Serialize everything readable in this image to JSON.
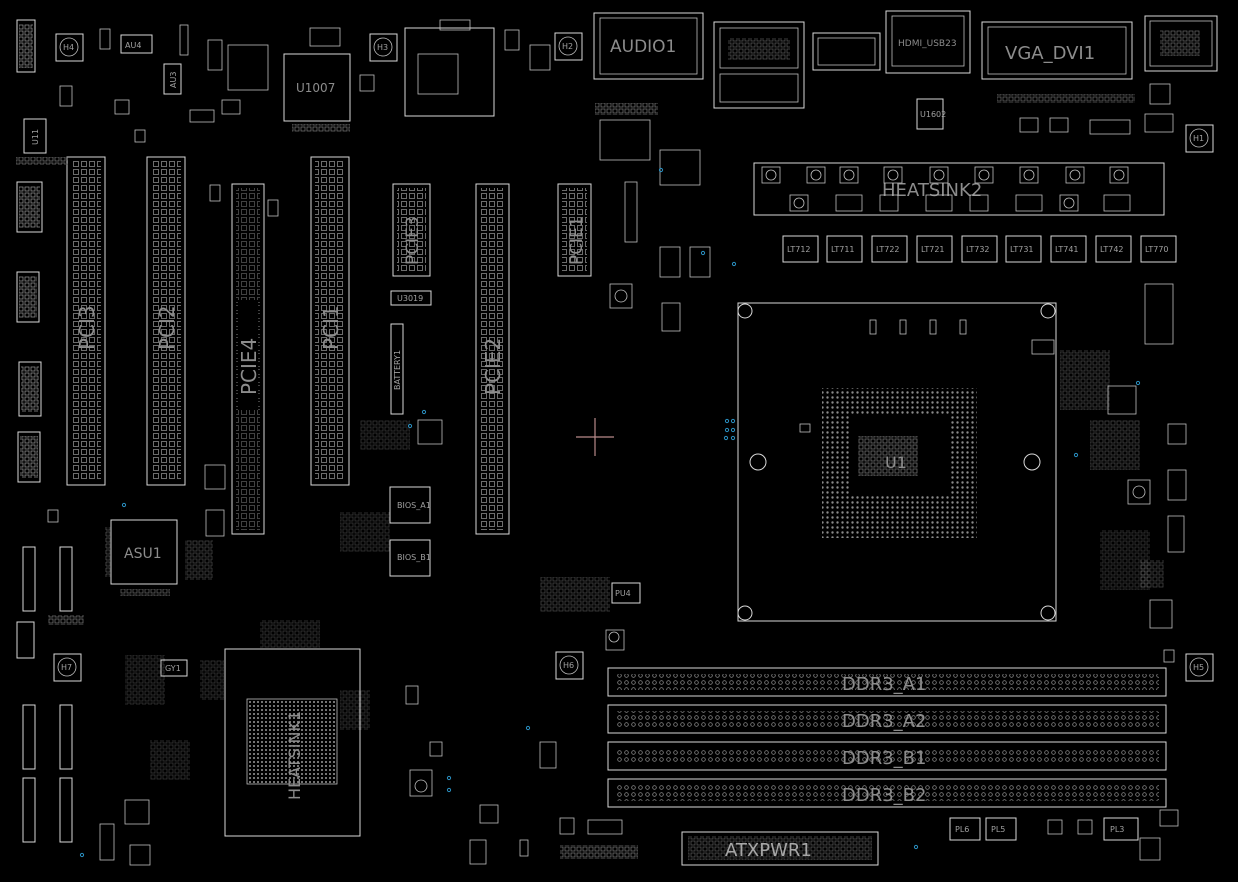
{
  "board": {
    "labels": {
      "pci3": "PCI3",
      "pci2": "PCI2",
      "pcie4": "PCIE4",
      "pci1": "PCI1",
      "pcie3": "PCIE3",
      "pcie2": "PCIE2",
      "pcie1": "PCIE1",
      "u1": "U1",
      "asu1": "ASU1",
      "u1007": "U1007",
      "audio1": "AUDIO1",
      "hdmi": "HDMI_USB23",
      "vga_dvi": "VGA_DVI1",
      "heatsink2": "HEATSINK2",
      "heatsink1": "HEATSINK1",
      "ddr3_a1": "DDR3_A1",
      "ddr3_a2": "DDR3_A2",
      "ddr3_b1": "DDR3_B1",
      "ddr3_b2": "DDR3_B2",
      "atxpwr1": "ATXPWR1",
      "u11": "U11",
      "au3": "AU3",
      "au4": "AU4",
      "u3019": "U3019",
      "battery": "BATTERY1",
      "bios_a1": "BIOS_A1",
      "bios_b1": "BIOS_B1",
      "gy1": "GY1",
      "pu4": "PU4",
      "u1602": "U1602",
      "pl6": "PL6",
      "pl5": "PL5",
      "pl3": "PL3",
      "mounting": [
        "H1",
        "H2",
        "H3",
        "H4",
        "H5",
        "H6",
        "H7"
      ],
      "lt": [
        "LT712",
        "LT711",
        "LT722",
        "LT721",
        "LT732",
        "LT731",
        "LT741",
        "LT742",
        "LT770"
      ]
    }
  }
}
